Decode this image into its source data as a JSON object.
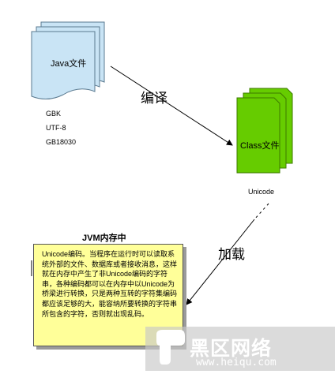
{
  "java_doc": {
    "label": "Java文件",
    "color": "#c9e4f5"
  },
  "encodings": [
    "GBK",
    "UTF-8",
    "GB18030"
  ],
  "compile_label": "编译",
  "class_doc": {
    "label": "Class文件",
    "color": "#66cc00"
  },
  "unicode_label": "Unicode",
  "load_label": "加载",
  "jvm": {
    "title": "JVM内存中",
    "text": "Unicode编码。当程序在运行时可以读取系统外部的文件、数据库或者接收消息，这样就在内存中产生了非Unicode编码的字符串，各种编码都可以在内存中以Unicode为桥梁进行转换，只是两种互转的字符集编码都应该足够的大，能容纳所要转换的字符串所包含的字符，否则就出现乱码。",
    "color": "#ffff99"
  },
  "watermark": {
    "text": "黑区网络",
    "url": "www.heiqu.com"
  }
}
